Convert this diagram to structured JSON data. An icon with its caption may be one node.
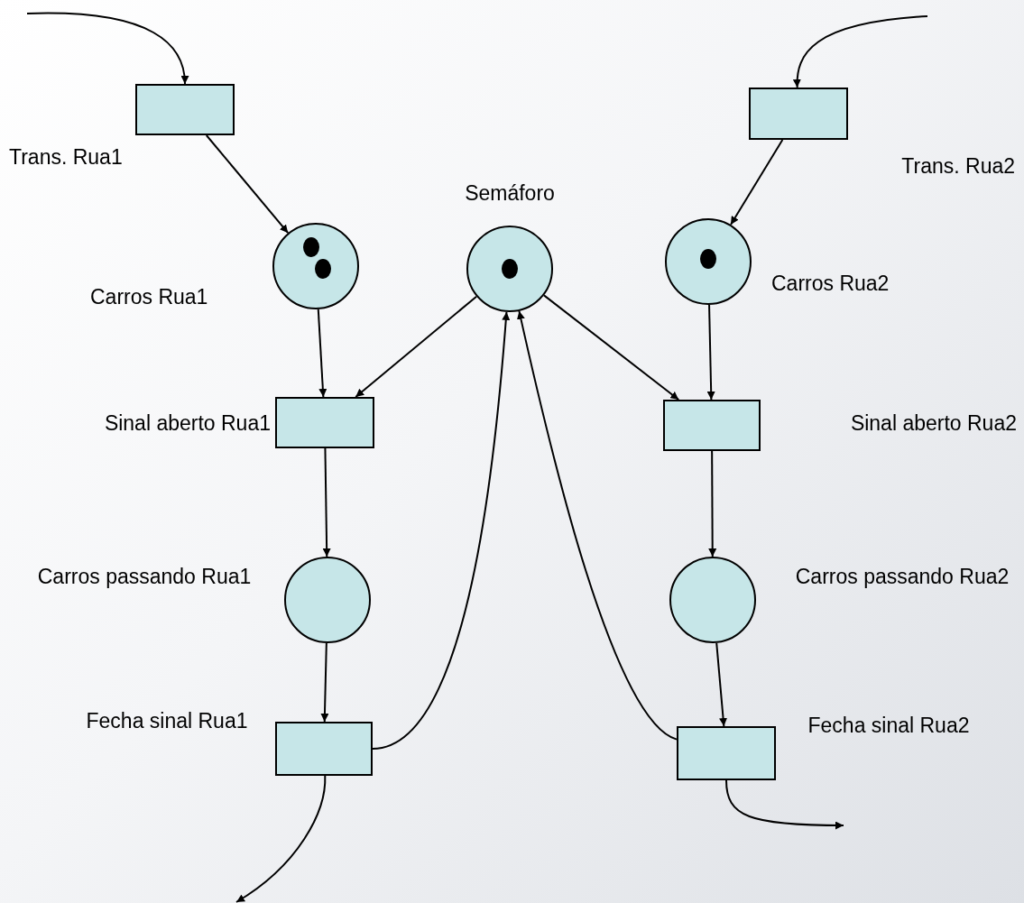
{
  "diagram": {
    "nodes": [
      {
        "text": [
          "Trans. Rua1"
        ]
      },
      {
        "text": [
          "Trans. Rua2"
        ]
      },
      {
        "text": [
          "Carros Rua1"
        ]
      },
      {
        "text": [
          "Semáforo"
        ]
      },
      {
        "text": [
          "Carros Rua2"
        ]
      },
      {
        "text": [
          "Sinal aberto Rua1"
        ]
      },
      {
        "text": [
          "Sinal aberto Rua2"
        ]
      },
      {
        "text": [
          "Carros passando Rua1"
        ]
      },
      {
        "text": [
          "Carros passando Rua2"
        ]
      },
      {
        "text": [
          "Fecha sinal Rua1"
        ]
      },
      {
        "text": [
          "Fecha sinal Rua2"
        ]
      }
    ],
    "edges": [
      {
        "from": null,
        "to": 0,
        "arrow": "to"
      },
      {
        "from": null,
        "to": 1,
        "arrow": "to"
      },
      {
        "from": 0,
        "to": 2,
        "arrow": "to"
      },
      {
        "from": 1,
        "to": 4,
        "arrow": "to"
      },
      {
        "from": 2,
        "to": 5,
        "arrow": "to"
      },
      {
        "from": 3,
        "to": 5,
        "arrow": "to"
      },
      {
        "from": 3,
        "to": 6,
        "arrow": "to"
      },
      {
        "from": 4,
        "to": 6,
        "arrow": "to"
      },
      {
        "from": 5,
        "to": 7,
        "arrow": "to"
      },
      {
        "from": 6,
        "to": 8,
        "arrow": "to"
      },
      {
        "from": 7,
        "to": 9,
        "arrow": "to"
      },
      {
        "from": 8,
        "to": 10,
        "arrow": "to"
      },
      {
        "from": 9,
        "to": 3,
        "arrow": "to"
      },
      {
        "from": 10,
        "to": 3,
        "arrow": "to"
      },
      {
        "from": 9,
        "to": null,
        "arrow": "to"
      },
      {
        "from": 10,
        "to": null,
        "arrow": "to"
      }
    ]
  }
}
